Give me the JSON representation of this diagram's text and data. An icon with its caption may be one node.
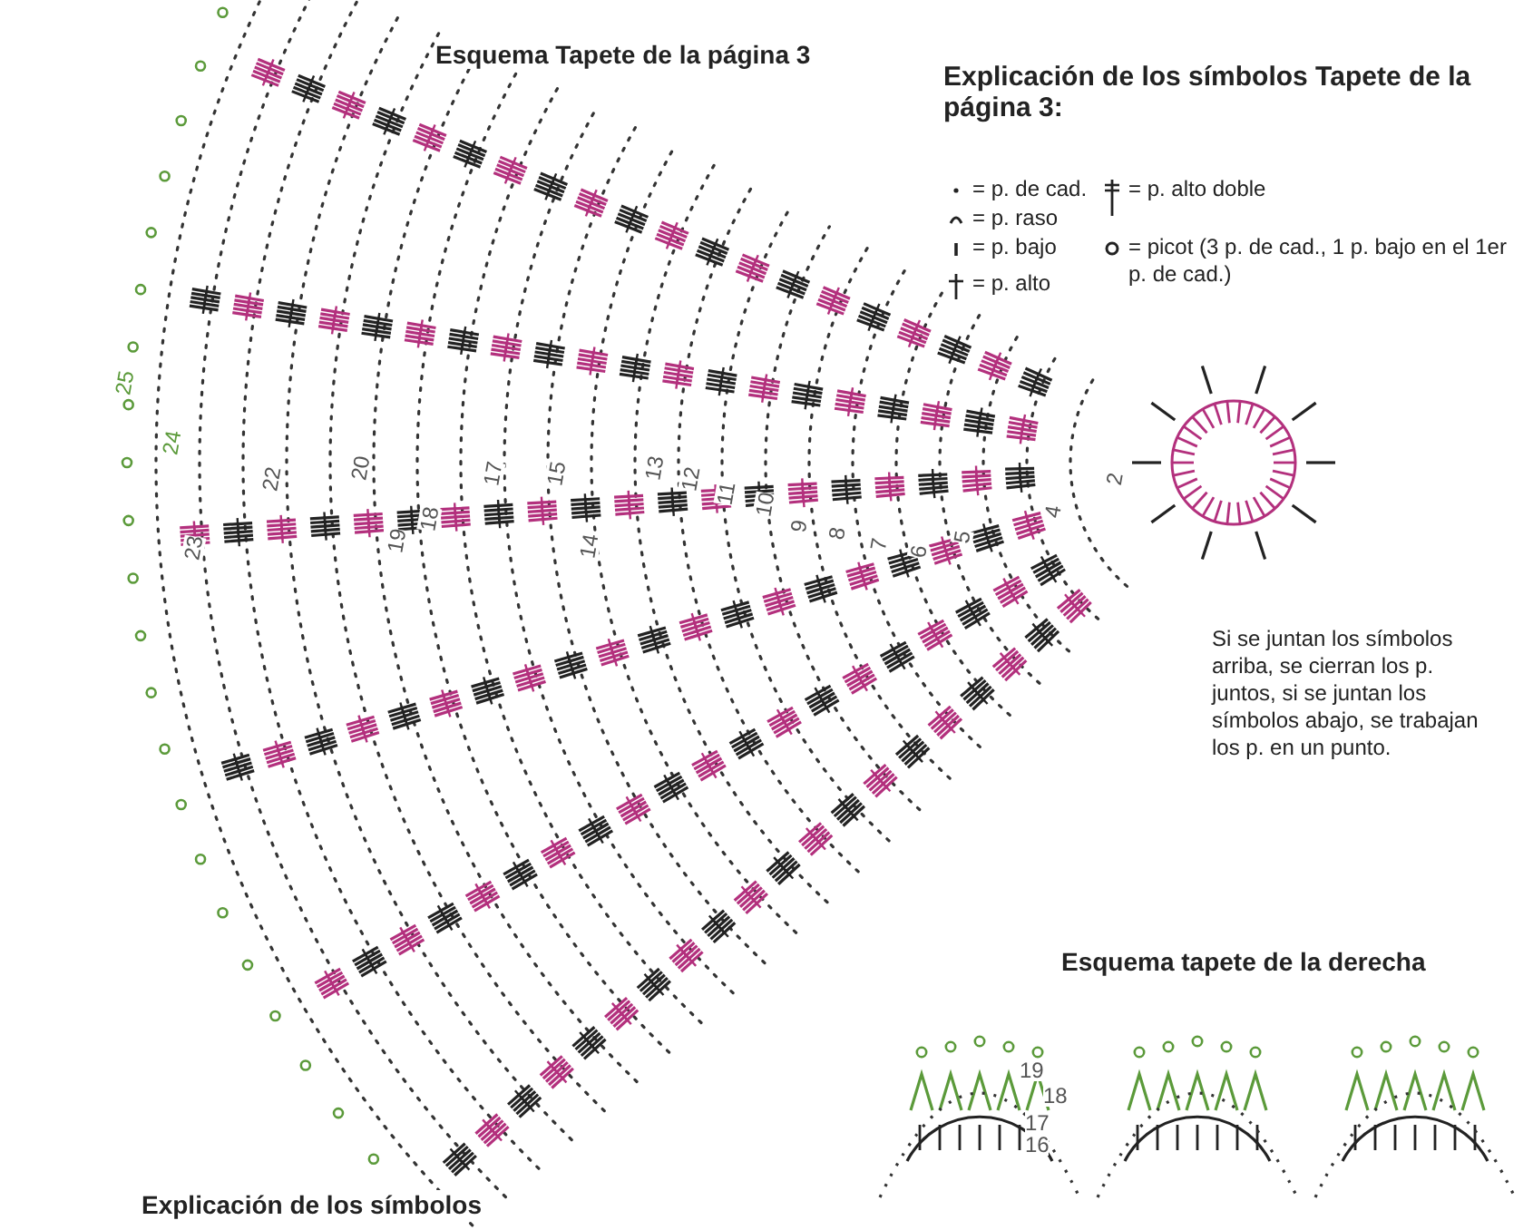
{
  "diagram": {
    "title": "Esquema Tapete de la página 3",
    "labels": [
      "Explicación de los símbolos Tapete de la página 3:",
      "Si se juntan los símbolos arriba, se cierran los p. juntos, si se juntan los símbolos abajo, se trabajan los p. en un punto.",
      "Esquema tapete de la derecha",
      "25",
      "24",
      "23",
      "22",
      "20",
      "19",
      "18",
      "17",
      "15",
      "14",
      "13",
      "12",
      "11",
      "10",
      "9",
      "8",
      "7",
      "6",
      "5",
      "4",
      "2",
      "19",
      "18",
      "17",
      "16",
      "Explicación de los símbolos"
    ],
    "legend": [
      {
        "text": "= p. de cad."
      },
      {
        "text": "= p. raso"
      },
      {
        "text": "= p. bajo"
      },
      {
        "text": "= p. alto"
      },
      {
        "text": "= p. alto doble"
      },
      {
        "text": "= picot (3 p. de cad., 1 p. bajo en el 1er p. de cad.)"
      }
    ]
  }
}
